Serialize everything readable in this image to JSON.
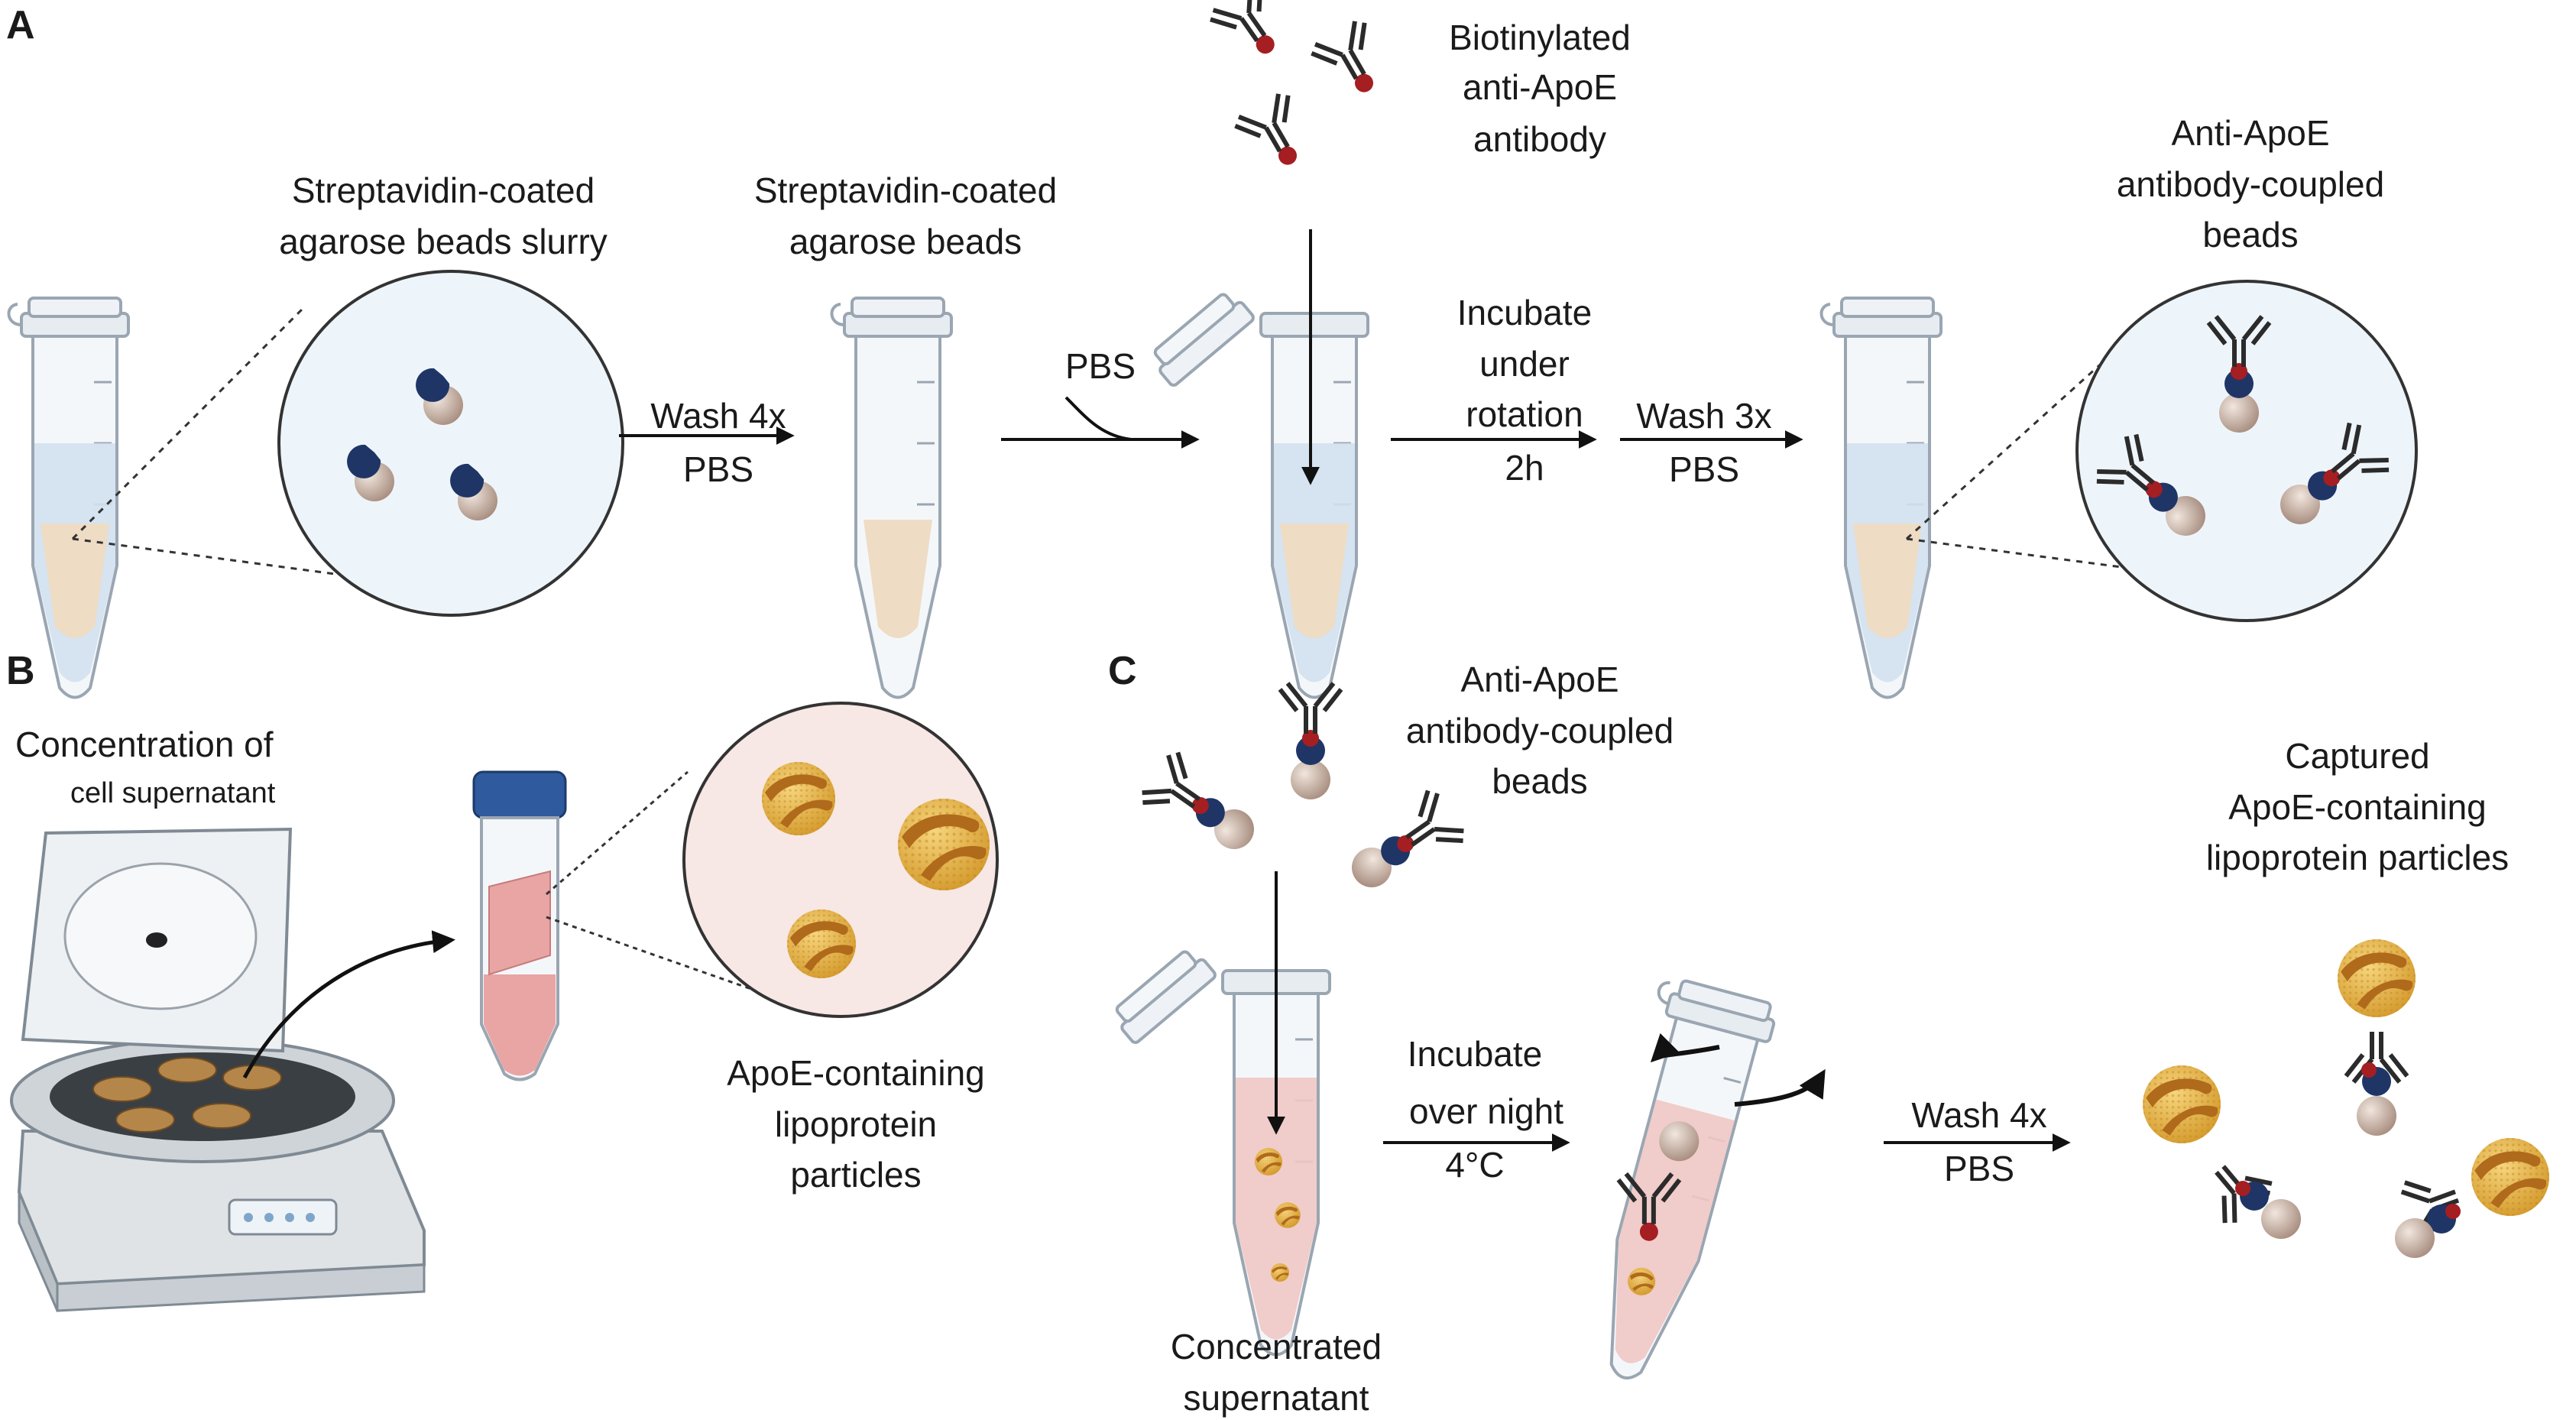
{
  "panels": {
    "a": {
      "letter": "A",
      "beads_slurry": [
        "Streptavidin-coated",
        "agarose beads slurry"
      ],
      "wash1": "Wash 4x",
      "wash1_buffer": "PBS",
      "beads": [
        "Streptavidin-coated",
        "agarose beads"
      ],
      "pbs": "PBS",
      "antibody": [
        "Biotinylated",
        "anti-ApoE",
        "antibody"
      ],
      "incubate": [
        "Incubate",
        "under",
        "rotation",
        "2h"
      ],
      "wash2": "Wash 3x",
      "wash2_buffer": "PBS",
      "coupled_beads": [
        "Anti-ApoE",
        "antibody-coupled",
        "beads"
      ]
    },
    "b": {
      "letter": "B",
      "title_line1": "Concentration of",
      "title_line2": "cell supernatant",
      "particles": [
        "ApoE-containing",
        "lipoprotein",
        "particles"
      ]
    },
    "c": {
      "letter": "C",
      "coupled_beads": [
        "Anti-ApoE",
        "antibody-coupled",
        "beads"
      ],
      "incubate": [
        "Incubate",
        "over night",
        "4°C"
      ],
      "wash": "Wash 4x",
      "wash_buffer": "PBS",
      "supernatant": [
        "Concentrated",
        "supernatant"
      ],
      "captured": [
        "Captured",
        "ApoE-containing",
        "lipoprotein particles"
      ]
    }
  },
  "colors": {
    "streptavidin": "#1f3566",
    "bead": "#c9b2a6",
    "biotin": "#a51e22",
    "antibody": "#2b2b2b",
    "bead_liquid": "#d3e0ee",
    "pellet": "#eedcc4",
    "circle_bg_a": "#eef5fa",
    "circle_bg_b": "#f7e7e5",
    "lipoprotein": "#e6b24c",
    "lipoprotein_band": "#b06a1c",
    "tube_cap_blue": "#2f5a9e",
    "pink_liquid": "#e9a4a4"
  },
  "icons": [
    "microtube-icon",
    "falcon-tube-icon",
    "centrifuge-icon",
    "antibody-icon",
    "bead-icon",
    "lipoprotein-icon",
    "arrow-icon"
  ]
}
